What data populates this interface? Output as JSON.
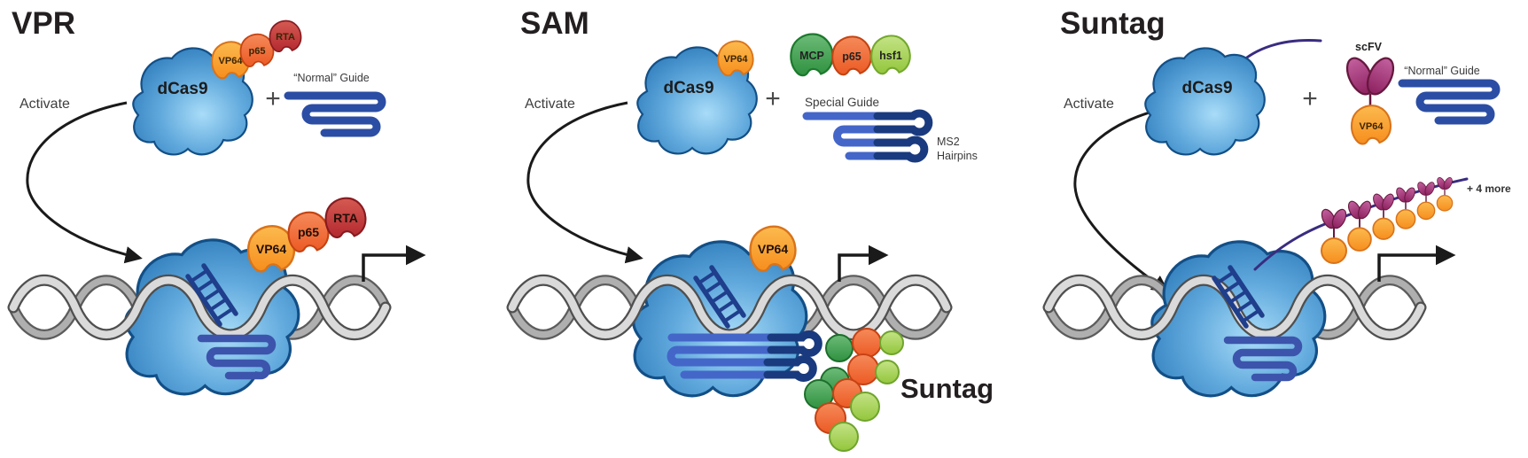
{
  "panels": [
    {
      "title": "VPR",
      "activate_label": "Activate",
      "plus": "+",
      "cas_label": "dCas9",
      "domains": [
        {
          "label": "VP64",
          "color": "#F7941E"
        },
        {
          "label": "p65",
          "color": "#EC5A24"
        },
        {
          "label": "RTA",
          "color": "#B4292F"
        }
      ],
      "guide_label": "“Normal” Guide"
    },
    {
      "title": "SAM",
      "activate_label": "Activate",
      "plus": "+",
      "cas_label": "dCas9",
      "cas_domain_label": "VP64",
      "helpers": [
        {
          "label": "MCP",
          "color": "#2F9140"
        },
        {
          "label": "p65",
          "color": "#EC5A24"
        },
        {
          "label": "hsf1",
          "color": "#93C63C"
        }
      ],
      "guide_label": "Special Guide",
      "ms2_label_line1": "MS2",
      "ms2_label_line2": "Hairpins",
      "result_label": "Suntag"
    },
    {
      "title": "Suntag",
      "activate_label": "Activate",
      "plus": "+",
      "cas_label": "dCas9",
      "adapter_label": "scFV",
      "effector_label": "VP64",
      "guide_label": "“Normal” Guide",
      "more_label": "+ 4 more"
    }
  ],
  "colors": {
    "cas9_blue": "#1E6DB0",
    "guide_blue": "#2B4DA4",
    "guide_light_blue": "#4466C9",
    "guide_navy": "#193A7E",
    "vp64_orange": "#F7941E",
    "p65_orange_red": "#EC5A24",
    "rta_red": "#B4292F",
    "mcp_green": "#2F9140",
    "hsf1_green": "#93C63C",
    "scfv_magenta": "#8E2160",
    "dna_gray": "#BFBFBF",
    "arrow_black": "#1A1A1A",
    "chain_purple": "#3A2C80"
  }
}
